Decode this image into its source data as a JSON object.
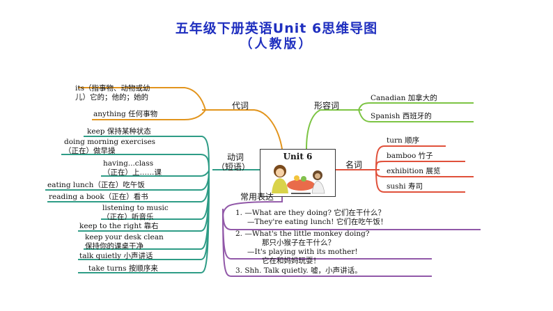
{
  "title": {
    "line1": "五年级下册英语Unit 6思维导图",
    "line2": "（人教版）"
  },
  "center": {
    "label": "Unit 6",
    "illustration": "mother-and-monkey-icon"
  },
  "branches": {
    "pronouns": {
      "label": "代词",
      "items": [
        {
          "line1": "its（指事物、动物或幼",
          "line2": "儿）它的；他的；她的"
        },
        {
          "line1": "anything 任何事物"
        }
      ]
    },
    "adjectives": {
      "label": "形容词",
      "items": [
        {
          "line1": "Canadian 加拿大的"
        },
        {
          "line1": "Spanish 西班牙的"
        }
      ]
    },
    "verbs": {
      "label_line1": "动词",
      "label_line2": "（短语）",
      "items": [
        {
          "line1": "keep 保持某种状态"
        },
        {
          "line1": "doing morning exercises",
          "line2": "（正在）做早操"
        },
        {
          "line1": "having...class",
          "line2": "（正在）上……课"
        },
        {
          "line1": "eating lunch（正在）吃午饭"
        },
        {
          "line1": "reading a book（正在）看书"
        },
        {
          "line1": "listening to music",
          "line2": "（正在）听音乐"
        },
        {
          "line1": "keep to the right 靠右"
        },
        {
          "line1": "keep your desk clean",
          "line2": "保持你的课桌干净"
        },
        {
          "line1": "talk quietly 小声讲话"
        },
        {
          "line1": "take turns 按顺序来"
        }
      ]
    },
    "nouns": {
      "label": "名词",
      "items": [
        {
          "line1": "turn 顺序"
        },
        {
          "line1": "bamboo 竹子"
        },
        {
          "line1": "exhibition 展览"
        },
        {
          "line1": "sushi 寿司"
        }
      ]
    },
    "phrases": {
      "label": "常用表达",
      "items": [
        {
          "l1": "1. —What are they doing?   它们在干什么？",
          "l2": "—They're eating lunch!   它们在吃午饭！"
        },
        {
          "l1": "2. —What's the little monkey doing?",
          "l2": "那只小猴子在干什么？",
          "l3": "—It's playing with its mother!",
          "l4": "它在和妈妈玩耍！"
        },
        {
          "l1": "3. Shh. Talk quietly. 嘘，小声讲话。"
        }
      ]
    }
  },
  "colors": {
    "title": "#1f2fbf",
    "pronouns": "#e2941c",
    "adjectives": "#7cc443",
    "verbs": "#2e9c86",
    "nouns": "#e0503a",
    "phrases": "#9158a8"
  }
}
